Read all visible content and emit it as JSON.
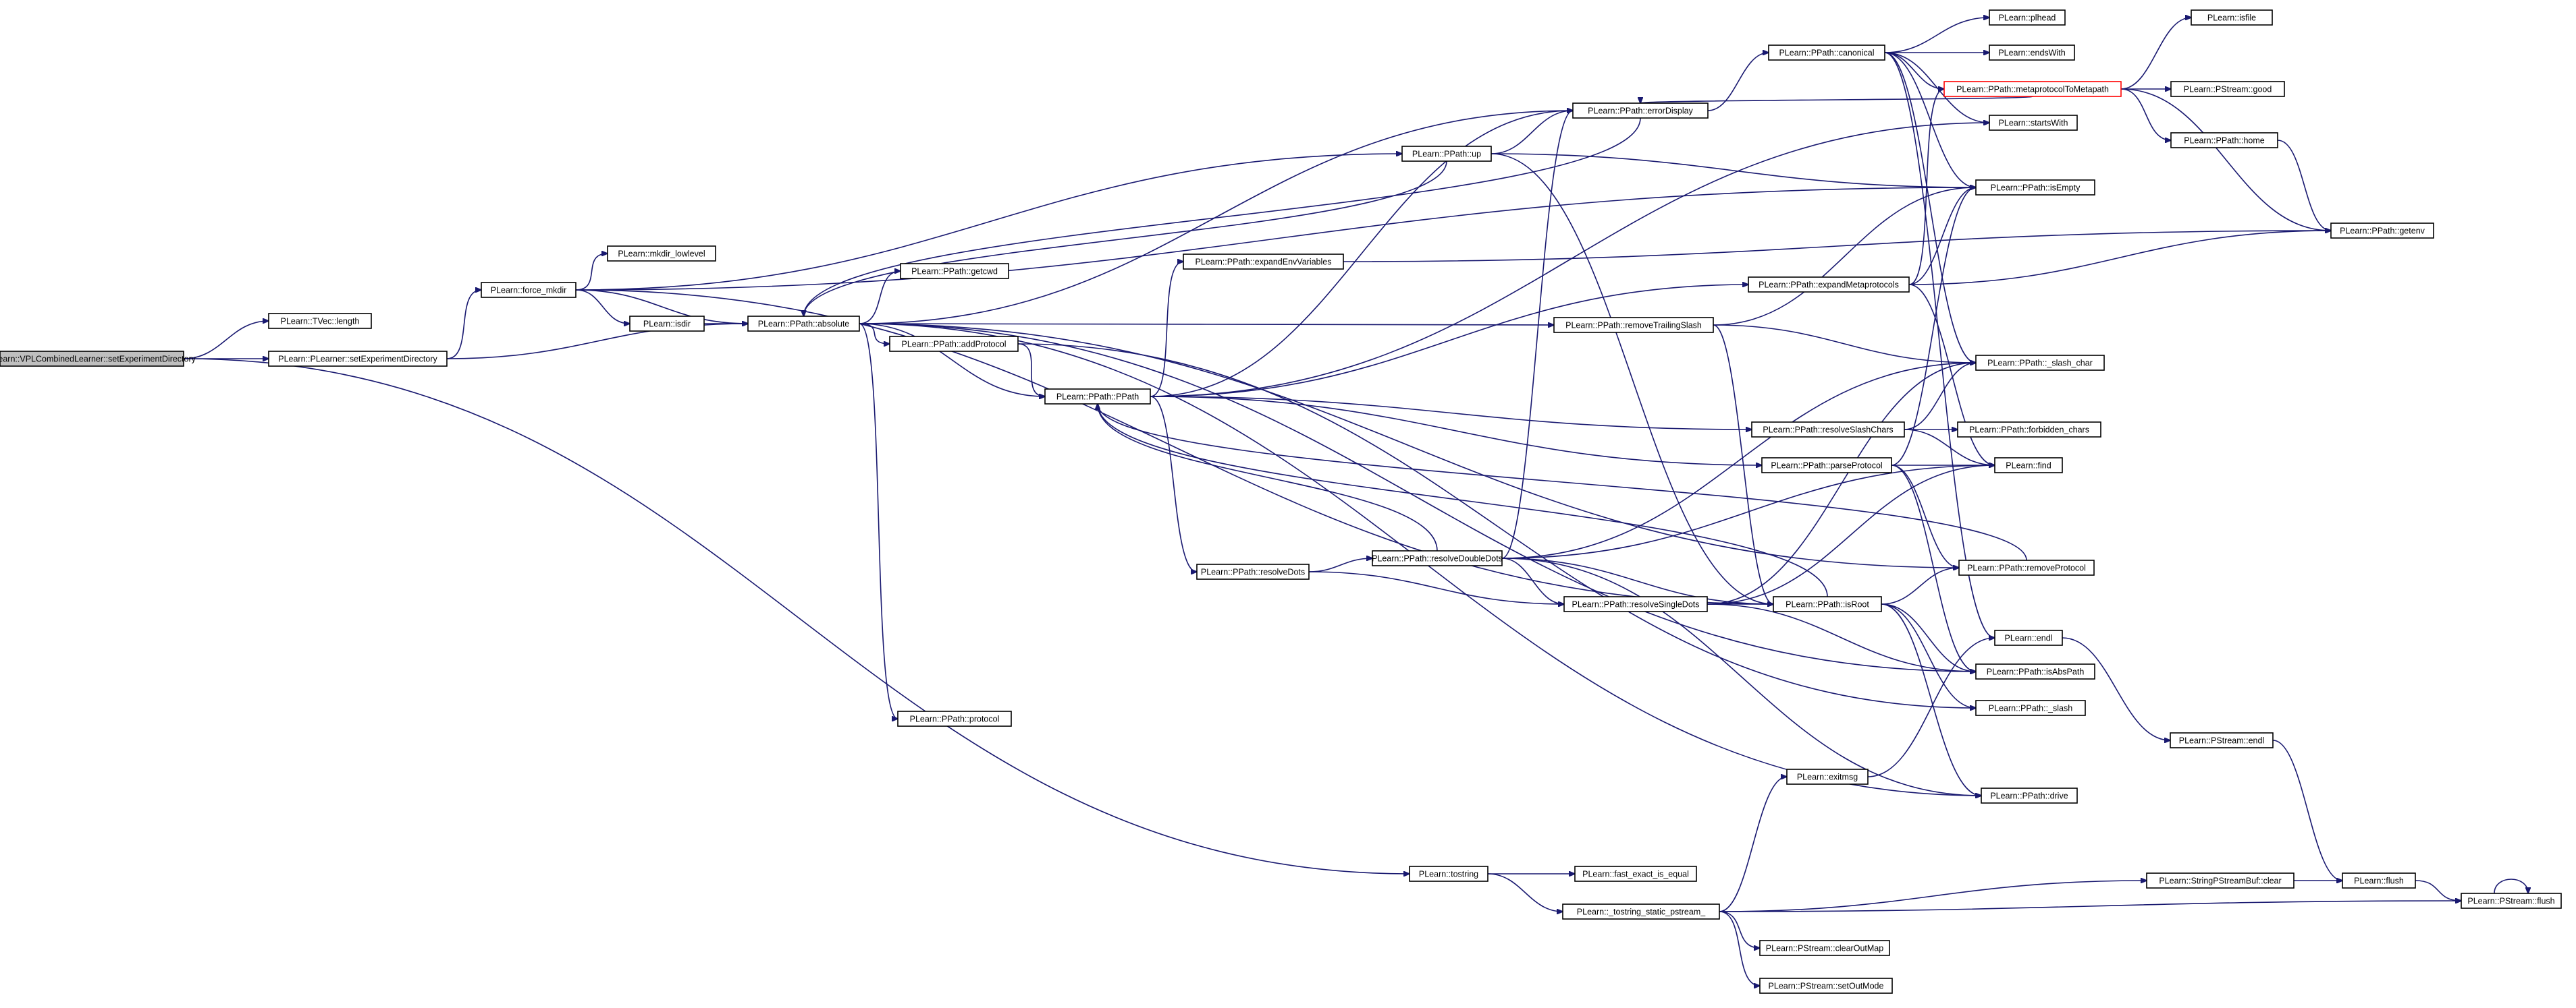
{
  "graph": {
    "edge_color": "#191970",
    "root_fill": "#bfbfbf",
    "truncated_border": "#ff0000",
    "nodes": [
      {
        "id": "root",
        "label": "PLearn::VPLCombinedLearner::setExperimentDirectory",
        "root": true
      },
      {
        "id": "tveclen",
        "label": "PLearn::TVec::length"
      },
      {
        "id": "setexp",
        "label": "PLearn::PLearner::setExperimentDirectory"
      },
      {
        "id": "forcemk",
        "label": "PLearn::force_mkdir"
      },
      {
        "id": "mklow",
        "label": "PLearn::mkdir_lowlevel"
      },
      {
        "id": "isdir",
        "label": "PLearn::isdir"
      },
      {
        "id": "absolute",
        "label": "PLearn::PPath::absolute"
      },
      {
        "id": "getcwd",
        "label": "PLearn::PPath::getcwd"
      },
      {
        "id": "addproto",
        "label": "PLearn::PPath::addProtocol"
      },
      {
        "id": "protocol",
        "label": "PLearn::PPath::protocol"
      },
      {
        "id": "expenv",
        "label": "PLearn::PPath::expandEnvVariables"
      },
      {
        "id": "ppath",
        "label": "PLearn::PPath::PPath"
      },
      {
        "id": "up",
        "label": "PLearn::PPath::up"
      },
      {
        "id": "errdisp",
        "label": "PLearn::PPath::errorDisplay"
      },
      {
        "id": "canonical",
        "label": "PLearn::PPath::canonical"
      },
      {
        "id": "plhead",
        "label": "PLearn::plhead"
      },
      {
        "id": "endswith",
        "label": "PLearn::endsWith"
      },
      {
        "id": "startswith",
        "label": "PLearn::startsWith"
      },
      {
        "id": "meta2path",
        "label": "PLearn::PPath::metaprotocolToMetapath",
        "truncated": true
      },
      {
        "id": "isfile",
        "label": "PLearn::isfile"
      },
      {
        "id": "good",
        "label": "PLearn::PStream::good"
      },
      {
        "id": "home",
        "label": "PLearn::PPath::home"
      },
      {
        "id": "getenv",
        "label": "PLearn::PPath::getenv"
      },
      {
        "id": "isempty",
        "label": "PLearn::PPath::isEmpty"
      },
      {
        "id": "expmeta",
        "label": "PLearn::PPath::expandMetaprotocols"
      },
      {
        "id": "remtrail",
        "label": "PLearn::PPath::removeTrailingSlash"
      },
      {
        "id": "slashchar",
        "label": "PLearn::PPath::_slash_char"
      },
      {
        "id": "resslash",
        "label": "PLearn::PPath::resolveSlashChars"
      },
      {
        "id": "forbidden",
        "label": "PLearn::PPath::forbidden_chars"
      },
      {
        "id": "parseproto",
        "label": "PLearn::PPath::parseProtocol"
      },
      {
        "id": "find",
        "label": "PLearn::find"
      },
      {
        "id": "resdots",
        "label": "PLearn::PPath::resolveDots"
      },
      {
        "id": "resdbl",
        "label": "PLearn::PPath::resolveDoubleDots"
      },
      {
        "id": "remproto",
        "label": "PLearn::PPath::removeProtocol"
      },
      {
        "id": "ressgl",
        "label": "PLearn::PPath::resolveSingleDots"
      },
      {
        "id": "isroot",
        "label": "PLearn::PPath::isRoot"
      },
      {
        "id": "endl",
        "label": "PLearn::endl"
      },
      {
        "id": "isabs",
        "label": "PLearn::PPath::isAbsPath"
      },
      {
        "id": "slash",
        "label": "PLearn::PPath::_slash"
      },
      {
        "id": "psendl",
        "label": "PLearn::PStream::endl"
      },
      {
        "id": "exitmsg",
        "label": "PLearn::exitmsg"
      },
      {
        "id": "drive",
        "label": "PLearn::PPath::drive"
      },
      {
        "id": "tostring",
        "label": "PLearn::tostring"
      },
      {
        "id": "fastexact",
        "label": "PLearn::fast_exact_is_equal"
      },
      {
        "id": "tostrstatic",
        "label": "PLearn::_tostring_static_pstream_"
      },
      {
        "id": "spsbclear",
        "label": "PLearn::StringPStreamBuf::clear"
      },
      {
        "id": "flush",
        "label": "PLearn::flush"
      },
      {
        "id": "psflush",
        "label": "PLearn::PStream::flush"
      },
      {
        "id": "clearout",
        "label": "PLearn::PStream::clearOutMap"
      },
      {
        "id": "setout",
        "label": "PLearn::PStream::setOutMode"
      }
    ]
  }
}
